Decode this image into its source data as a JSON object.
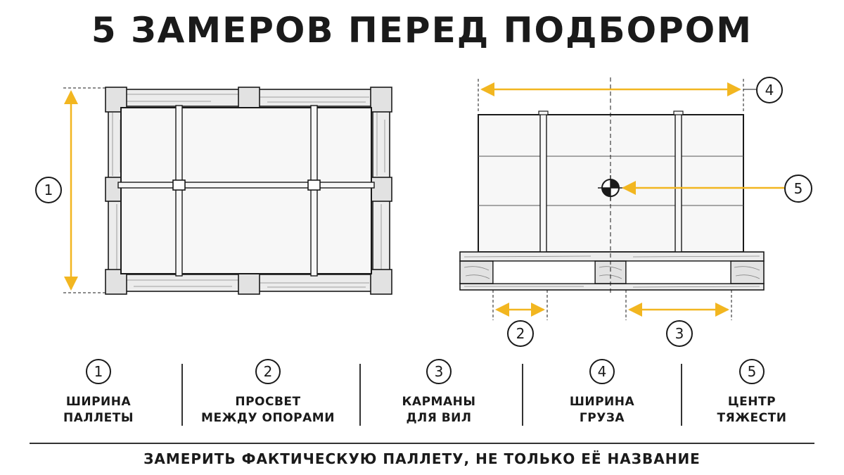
{
  "title": "5 ЗАМЕРОВ ПЕРЕД ПОДБОРОМ",
  "colors": {
    "accent": "#f2b620",
    "ink": "#1a1a1a",
    "wood": "#eeeeee"
  },
  "callouts": {
    "c1": "1",
    "c2": "2",
    "c3": "3",
    "c4": "4",
    "c5": "5"
  },
  "legend": [
    {
      "num": "1",
      "label": "ШИРИНА\nПАЛЛЕТЫ"
    },
    {
      "num": "2",
      "label": "ПРОСВЕТ\nМЕЖДУ ОПОРАМИ"
    },
    {
      "num": "3",
      "label": "КАРМАНЫ\nДЛЯ ВИЛ"
    },
    {
      "num": "4",
      "label": "ШИРИНА\nГРУЗА"
    },
    {
      "num": "5",
      "label": "ЦЕНТР\nТЯЖЕСТИ"
    }
  ],
  "footer": "ЗАМЕРИТЬ ФАКТИЧЕСКУЮ ПАЛЛЕТУ, НЕ ТОЛЬКО ЕЁ НАЗВАНИЕ"
}
